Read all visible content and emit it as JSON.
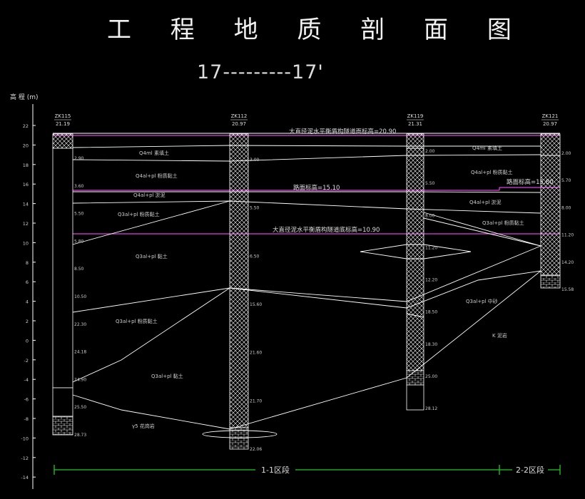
{
  "title": "工 程 地 质 剖 面 图",
  "subtitle": "17---------17'",
  "axis": {
    "title": "高 程 (m)",
    "ticks": [
      "22",
      "20",
      "18",
      "16",
      "14",
      "12",
      "10",
      "8",
      "6",
      "4",
      "2",
      "0",
      "-2",
      "-4",
      "-6",
      "-8",
      "-10",
      "-12",
      "-14"
    ]
  },
  "boreholes": [
    {
      "id": "ZK115",
      "top": "21.19",
      "marks": [
        "2.90",
        "3.60",
        "5.50",
        "5.80",
        "8.50",
        "10.50",
        "22.30",
        "24.18",
        "24.90",
        "25.50",
        "28.73"
      ]
    },
    {
      "id": "ZK112",
      "top": "20.97",
      "marks": [
        "3.00",
        "5.50",
        "6.50",
        "15.60",
        "21.60",
        "21.70",
        "22.06"
      ]
    },
    {
      "id": "ZK119",
      "top": "21.31",
      "marks": [
        "2.00",
        "5.50",
        "8.00",
        "11.20",
        "12.20",
        "18.50",
        "18.30",
        "25.00",
        "28.12"
      ]
    },
    {
      "id": "ZK121",
      "top": "20.97",
      "marks": [
        "2.00",
        "5.70",
        "8.00",
        "11.20",
        "14.20",
        "15.58"
      ]
    }
  ],
  "water_levels": [
    {
      "label": "大直径泥水平衡盾构隧道面标高=20.90",
      "color": "#e040e0"
    },
    {
      "label": "路面标高=15.10",
      "color": "#e040e0"
    },
    {
      "label": "路面标高=15.80",
      "color": "#e040e0"
    },
    {
      "label": "大直径泥水平衡盾构隧道底标高=10.90",
      "color": "#e040e0"
    }
  ],
  "layer_labels": [
    "Q4ml 素填土",
    "Q4al+pl 粉质黏土",
    "Q4al+pl 淤泥",
    "Q3al+pl 粉质黏土",
    "Q3al+pl 黏土",
    "Q3al+pl 中砂",
    "K 泥岩",
    "γ5 花岗岩"
  ],
  "sections": [
    {
      "label": "1-1区段"
    },
    {
      "label": "2-2区段"
    }
  ],
  "colors": {
    "background": "#000000",
    "lines": "#ffffff",
    "water": "#e040e0",
    "section": "#21c821",
    "label": "#cccccc"
  }
}
